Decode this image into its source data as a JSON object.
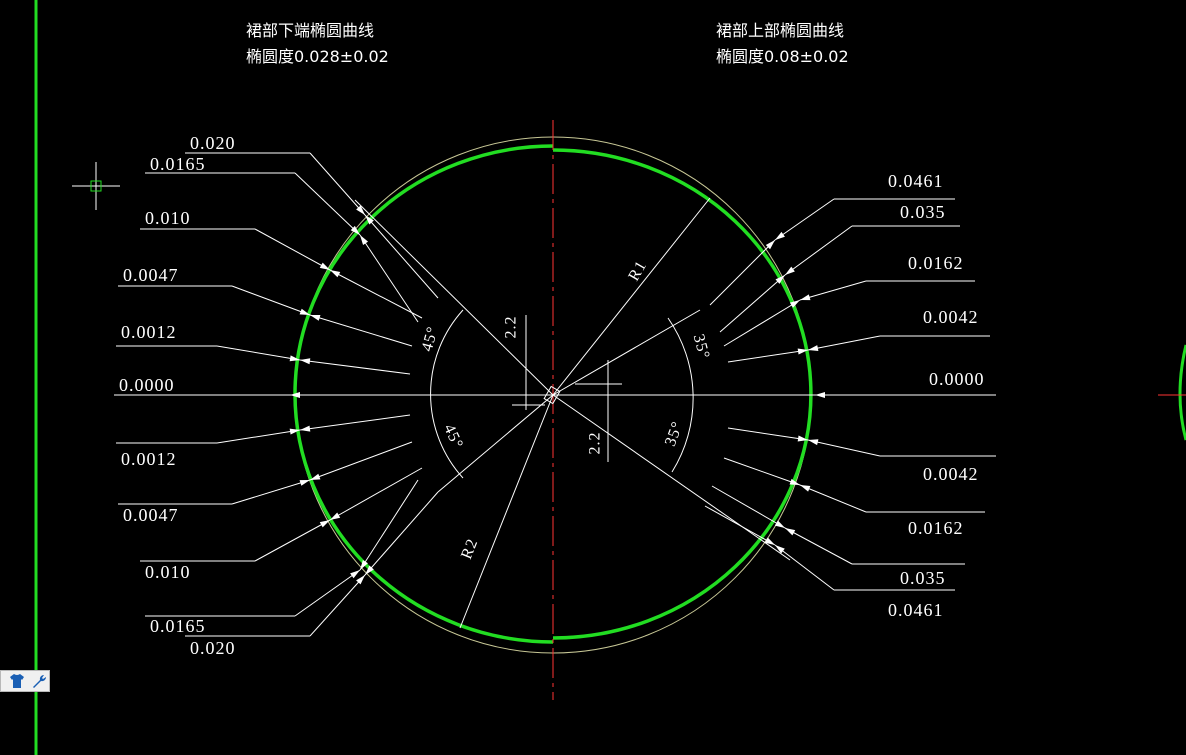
{
  "titles": {
    "left_line1": "裙部下端椭圆曲线",
    "left_line2": "椭圆度0.028±0.02",
    "right_line1": "裙部上部椭圆曲线",
    "right_line2": "椭圆度0.08±0.02"
  },
  "left_labels": [
    "0.020",
    "0.0165",
    "0.010",
    "0.0047",
    "0.0012",
    "0.0000",
    "0.0012",
    "0.0047",
    "0.010",
    "0.0165",
    "0.020"
  ],
  "right_labels": [
    "0.0461",
    "0.035",
    "0.0162",
    "0.0042",
    "0.0000",
    "0.0042",
    "0.0162",
    "0.035",
    "0.0461"
  ],
  "dims": {
    "angle_left_upper": "45°",
    "angle_left_lower": "45°",
    "angle_right_upper": "35°",
    "angle_right_lower": "35°",
    "radius1": "R1",
    "radius2": "R2",
    "offset_upper": "2.2",
    "offset_lower": "2.2"
  },
  "colors": {
    "background": "#000000",
    "profile": "#22dd22",
    "centerline": "#ff3333",
    "lines": "#ffffff",
    "outer_circle": "#c8c896"
  },
  "icons": [
    "shirt-icon",
    "wrench-icon",
    "crosshair-cursor-icon"
  ]
}
